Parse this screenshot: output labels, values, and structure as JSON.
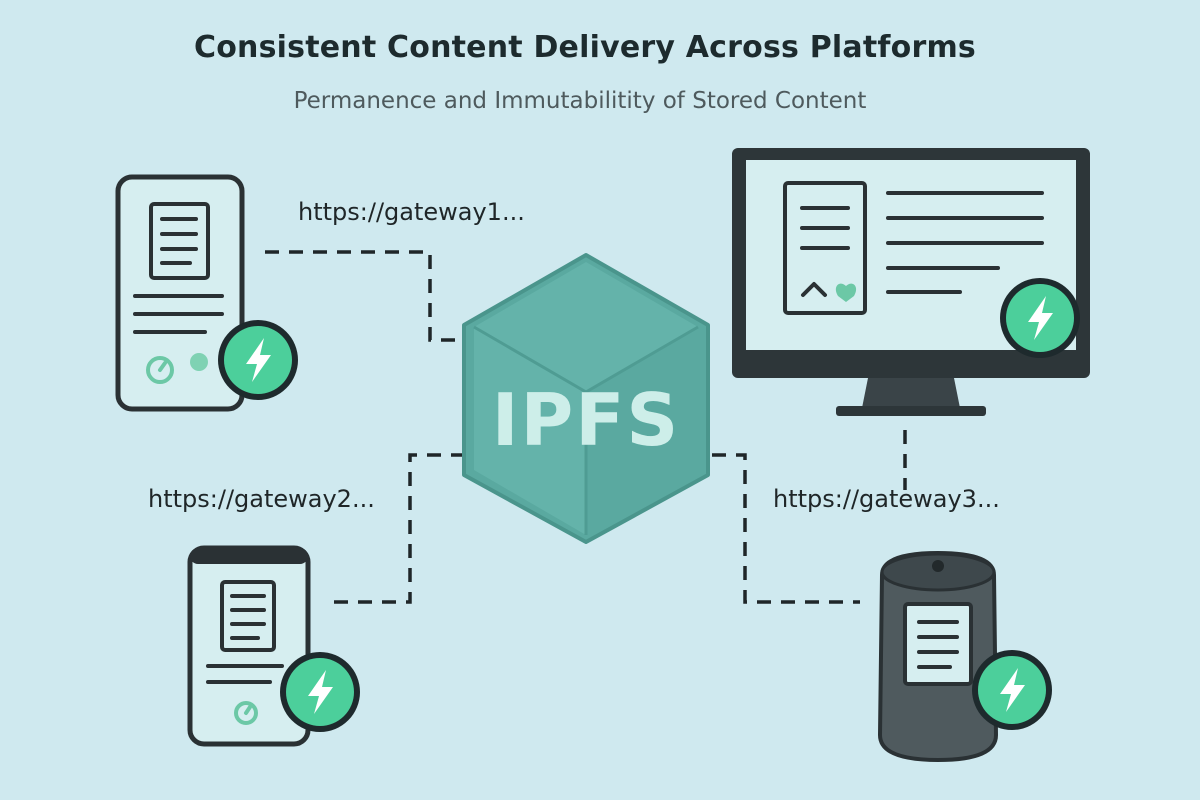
{
  "header": {
    "title": "Consistent Content Delivery Across Platforms",
    "subtitle": "Permanence and Immutabilitity of Stored Content"
  },
  "hub": {
    "label": "IPFS"
  },
  "gateways": [
    {
      "url": "https://gateway1..."
    },
    {
      "url": "https://gateway2..."
    },
    {
      "url": "https://gateway3..."
    }
  ],
  "devices": [
    {
      "type": "tablet",
      "badge_icon": "lightning-bolt-icon"
    },
    {
      "type": "smartphone",
      "badge_icon": "lightning-bolt-icon"
    },
    {
      "type": "desktop-monitor",
      "badge_icon": "lightning-bolt-icon"
    },
    {
      "type": "smart-speaker",
      "badge_icon": "lightning-bolt-icon"
    }
  ],
  "colors": {
    "background": "#cfe9ef",
    "hub": "#5aa9a0",
    "badge": "#4ccf9b",
    "device_outline": "#2a3134"
  }
}
